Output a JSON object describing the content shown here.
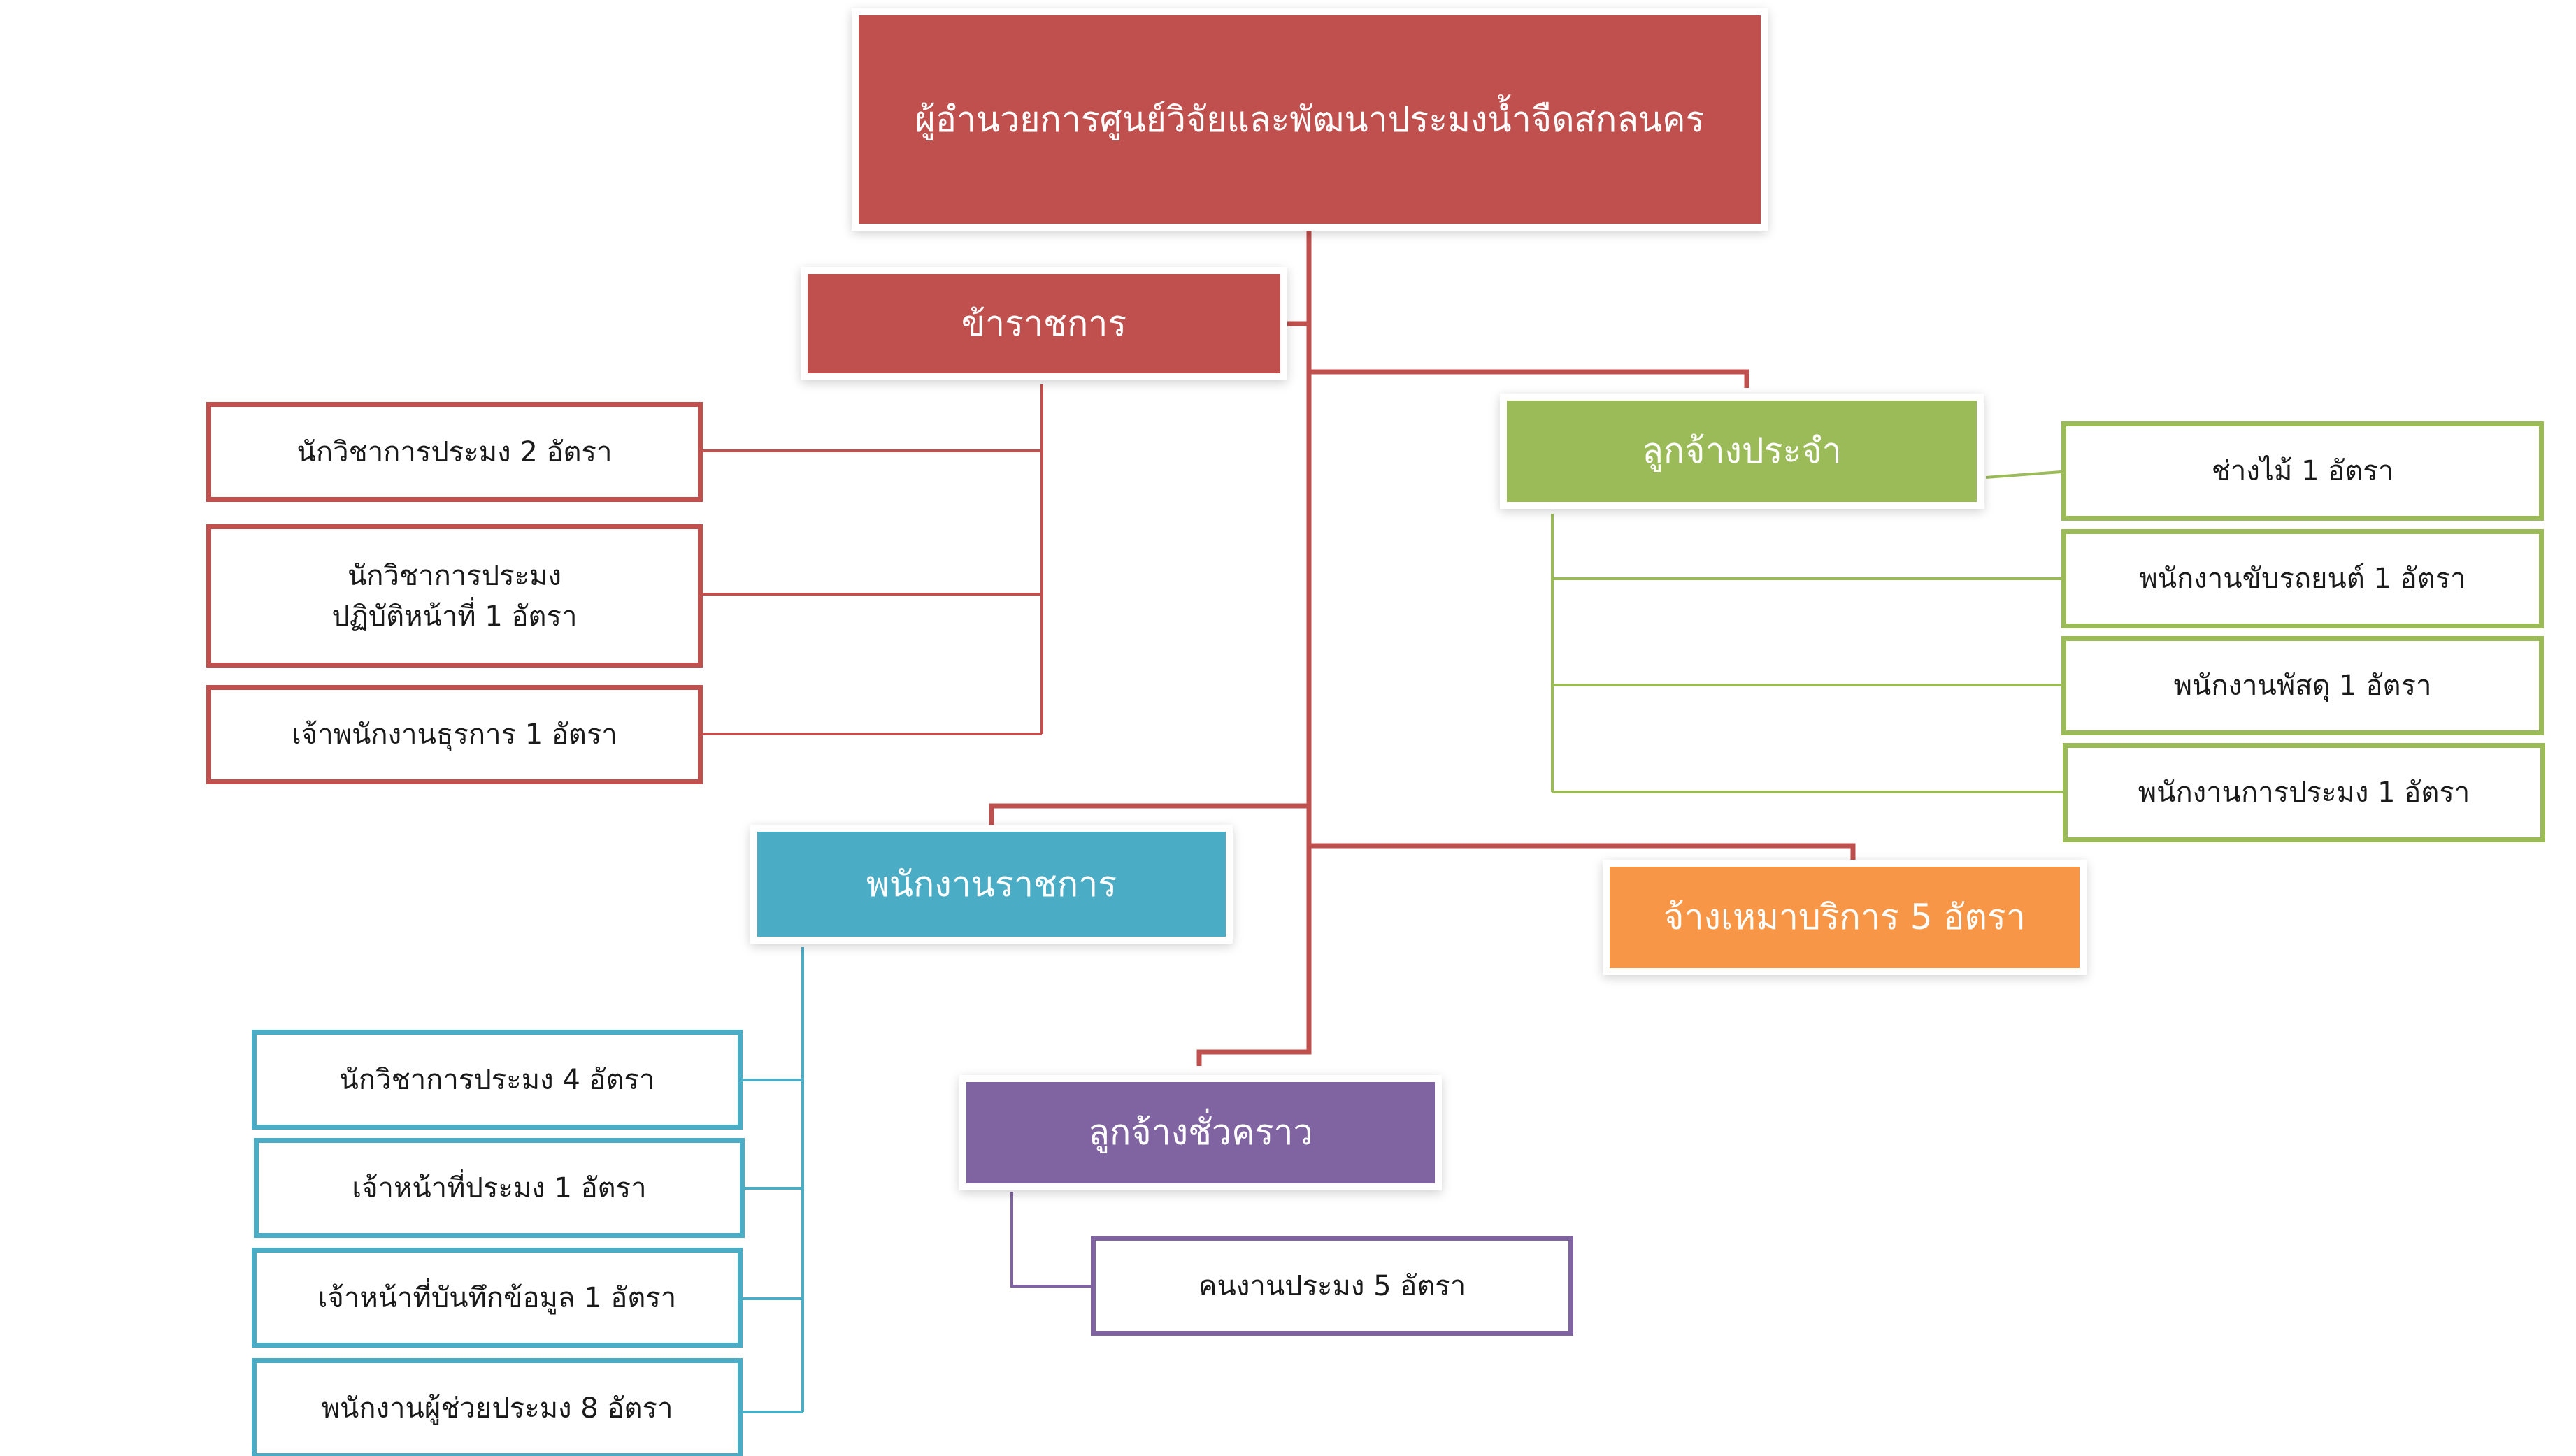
{
  "colors": {
    "red": "#c0504d",
    "green": "#9bbb59",
    "teal": "#4bacc6",
    "orange": "#f79646",
    "purple": "#8064a2"
  },
  "root": {
    "label": "ผู้อำนวยการศูนย์วิจัยและพัฒนาประมงน้ำจืดสกลนคร"
  },
  "civil_servants": {
    "label": "ข้าราชการ",
    "items": [
      "นักวิชาการประมง  2 อัตรา",
      "นักวิชาการประมง\nปฏิบัติหน้าที่  1 อัตรา",
      "เจ้าพนักงานธุรการ  1 อัตรา"
    ]
  },
  "permanent_employees": {
    "label": "ลูกจ้างประจำ",
    "items": [
      "ช่างไม้  1 อัตรา",
      "พนักงานขับรถยนต์ 1 อัตรา",
      "พนักงานพัสดุ 1 อัตรา",
      "พนักงานการประมง 1 อัตรา"
    ]
  },
  "government_employees": {
    "label": "พนักงานราชการ",
    "items": [
      "นักวิชาการประมง  4 อัตรา",
      "เจ้าหน้าที่ประมง  1 อัตรา",
      "เจ้าหน้าที่บันทึกข้อมูล  1 อัตรา",
      "พนักงานผู้ช่วยประมง  8 อัตรา"
    ]
  },
  "contract_service": {
    "label": "จ้างเหมาบริการ   5 อัตรา"
  },
  "temporary_employees": {
    "label": "ลูกจ้างชั่วคราว",
    "items": [
      "คนงานประมง 5 อัตรา"
    ]
  }
}
